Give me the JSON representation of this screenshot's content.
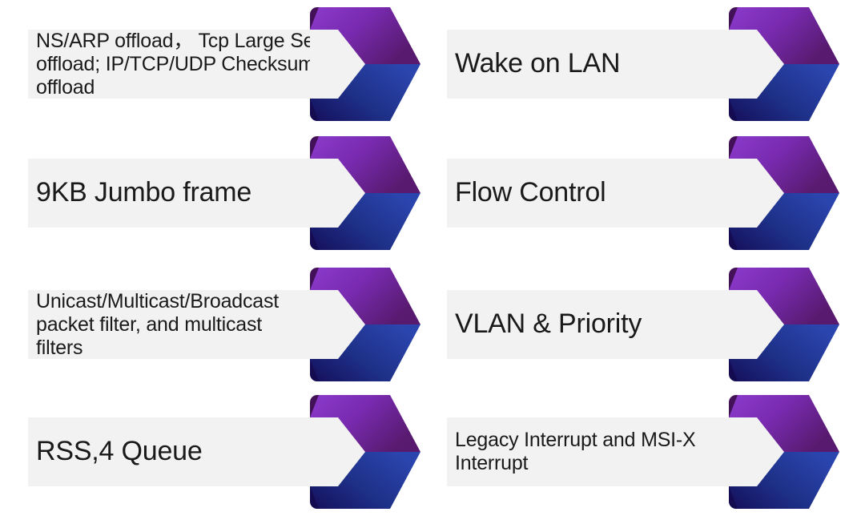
{
  "slide": {
    "background": "#FFFFFF",
    "items": [
      {
        "id": "offload",
        "column": "left",
        "row": 1,
        "text": "NS/ARP offload， Tcp Large Send\noffload; IP/TCP/UDP Checksum\noffload"
      },
      {
        "id": "wake-on-lan",
        "column": "right",
        "row": 1,
        "text": "Wake on LAN"
      },
      {
        "id": "jumbo-frame",
        "column": "left",
        "row": 2,
        "text": "9KB Jumbo frame"
      },
      {
        "id": "flow-control",
        "column": "right",
        "row": 2,
        "text": "Flow Control"
      },
      {
        "id": "packet-filter",
        "column": "left",
        "row": 3,
        "text": "Unicast/Multicast/Broadcast\npacket filter, and multicast\nfilters"
      },
      {
        "id": "vlan-priority",
        "column": "right",
        "row": 3,
        "text": "VLAN & Priority"
      },
      {
        "id": "rss-queue",
        "column": "left",
        "row": 4,
        "text": "RSS,4 Queue"
      },
      {
        "id": "legacy-interrupt",
        "column": "right",
        "row": 4,
        "text": "Legacy Interrupt and MSI-X\nInterrupt"
      }
    ],
    "colors": {
      "bar_background": "#F2F2F2",
      "text": "#1A1A1A",
      "arrow_purple_bright": "#8B3BCB",
      "arrow_purple_mid": "#7A2BB2",
      "arrow_purple_tip": "#571A6E",
      "arrow_blue_dark": "#150E5A",
      "arrow_blue_mid": "#1E3189",
      "arrow_blue_bright": "#2B45AE",
      "fold_band_top": "#441158",
      "fold_band_bottom": "#150C58"
    }
  }
}
